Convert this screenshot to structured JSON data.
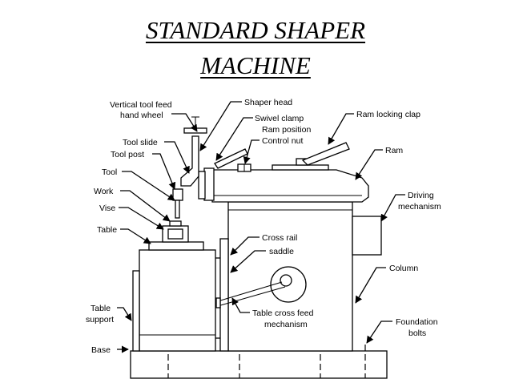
{
  "title": {
    "line1": "STANDARD SHAPER",
    "line2": "MACHINE"
  },
  "labels": {
    "vertical_tool_feed_l1": "Vertical tool feed",
    "vertical_tool_feed_l2": "hand wheel",
    "shaper_head": "Shaper head",
    "swivel_clamp": "Swivel clamp",
    "ram_position_l1": "Ram position",
    "ram_position_l2": "Control nut",
    "ram_locking_clap": "Ram locking clap",
    "ram": "Ram",
    "tool_slide": "Tool slide",
    "tool_post": "Tool post",
    "tool": "Tool",
    "work": "Work",
    "vise": "Vise",
    "table": "Table",
    "driving_l1": "Driving",
    "driving_l2": "mechanism",
    "cross_rail": "Cross rail",
    "saddle": "saddle",
    "column": "Column",
    "table_cross_feed_l1": "Table cross feed",
    "table_cross_feed_l2": "mechanism",
    "table_support_l1": "Table",
    "table_support_l2": "support",
    "foundation_l1": "Foundation",
    "foundation_l2": "bolts",
    "base": "Base"
  }
}
